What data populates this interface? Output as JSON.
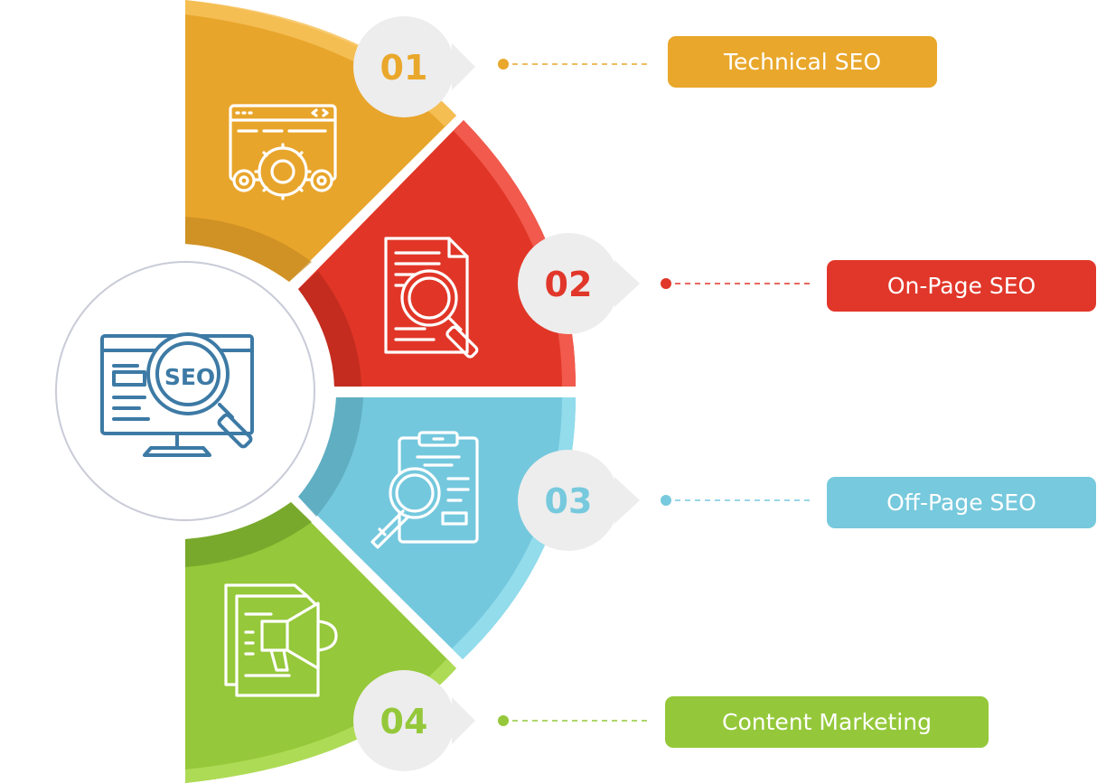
{
  "center": {
    "label": "SEO",
    "icon": "seo-monitor-magnifier-icon"
  },
  "steps": [
    {
      "number": "01",
      "label": "Technical SEO",
      "color": "#e9a72b",
      "icon": "browser-gear-icon"
    },
    {
      "number": "02",
      "label": "On-Page SEO",
      "color": "#e1372a",
      "icon": "document-search-icon"
    },
    {
      "number": "03",
      "label": "Off-Page SEO",
      "color": "#77c9dd",
      "icon": "clipboard-search-icon"
    },
    {
      "number": "04",
      "label": "Content Marketing",
      "color": "#94c83a",
      "icon": "document-megaphone-icon"
    }
  ]
}
